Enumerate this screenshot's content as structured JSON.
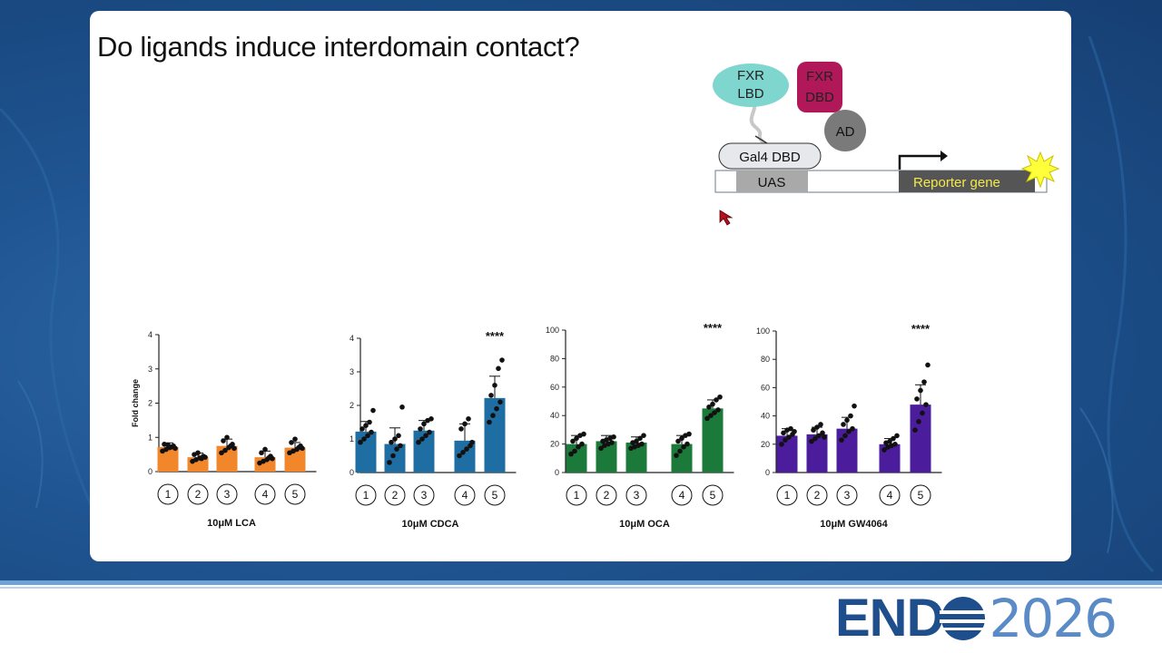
{
  "slide": {
    "title": "Do ligands induce interdomain contact?"
  },
  "diagram": {
    "fxr_lbd": [
      "FXR",
      "LBD"
    ],
    "fxr_dbd": [
      "FXR",
      "DBD"
    ],
    "ad": "AD",
    "gal4_dbd": "Gal4 DBD",
    "uas": "UAS",
    "reporter": "Reporter gene",
    "colors": {
      "lbd": "#7fd6cf",
      "dbd": "#b0185a",
      "ad": "#7a7a7a",
      "gal4": "#e6e8ec",
      "uas": "#a9a9a9",
      "reporter": "#555555",
      "reporter_text": "#f2e94e",
      "star": "#ffff3a"
    },
    "icons": [
      "arrow-icon",
      "starburst-icon",
      "cursor-icon"
    ]
  },
  "footer": {
    "logo_text": "END",
    "logo_year": "2026",
    "icons": [
      "globe-icon"
    ]
  },
  "chart_data": [
    {
      "type": "bar",
      "categories": [
        "1",
        "2",
        "3",
        "4",
        "5"
      ],
      "values": [
        0.72,
        0.42,
        0.75,
        0.42,
        0.7
      ],
      "error": [
        0.12,
        0.12,
        0.2,
        0.18,
        0.15
      ],
      "points": [
        [
          0.6,
          0.65,
          0.7,
          0.75,
          0.8,
          0.78,
          0.72,
          0.68
        ],
        [
          0.3,
          0.35,
          0.4,
          0.45,
          0.5,
          0.55,
          0.38,
          0.42
        ],
        [
          0.55,
          0.62,
          0.7,
          0.8,
          0.9,
          1.0,
          0.75,
          0.68
        ],
        [
          0.25,
          0.3,
          0.35,
          0.45,
          0.55,
          0.65,
          0.4,
          0.38
        ],
        [
          0.55,
          0.6,
          0.65,
          0.75,
          0.85,
          0.95,
          0.7,
          0.68
        ]
      ],
      "significance": [
        "",
        "",
        "",
        "",
        ""
      ],
      "xlabel": "10μM LCA",
      "ylabel": "Fold change",
      "ylim": [
        0,
        4
      ],
      "yticks": [
        "0",
        "1",
        "2",
        "3",
        "4"
      ],
      "color": "#f2862a"
    },
    {
      "type": "bar",
      "categories": [
        "1",
        "2",
        "3",
        "4",
        "5"
      ],
      "values": [
        1.22,
        0.85,
        1.25,
        0.95,
        2.22
      ],
      "error": [
        0.3,
        0.48,
        0.3,
        0.5,
        0.65
      ],
      "points": [
        [
          0.9,
          1.0,
          1.1,
          1.2,
          1.3,
          1.4,
          1.5,
          1.85
        ],
        [
          0.3,
          0.5,
          0.7,
          0.8,
          0.9,
          1.0,
          1.1,
          1.95
        ],
        [
          0.9,
          1.0,
          1.1,
          1.2,
          1.3,
          1.45,
          1.55,
          1.6
        ],
        [
          0.5,
          0.6,
          0.7,
          0.8,
          1.3,
          1.45,
          1.6,
          0.9
        ],
        [
          1.5,
          1.7,
          1.9,
          2.1,
          2.3,
          2.6,
          3.1,
          3.35
        ]
      ],
      "significance": [
        "",
        "",
        "",
        "",
        "****"
      ],
      "xlabel": "10μM CDCA",
      "ylabel": "",
      "ylim": [
        0,
        4
      ],
      "yticks": [
        "0",
        "1",
        "2",
        "3",
        "4"
      ],
      "color": "#1f6ea3"
    },
    {
      "type": "bar",
      "categories": [
        "1",
        "2",
        "3",
        "4",
        "5"
      ],
      "values": [
        20,
        22,
        21,
        20,
        45
      ],
      "error": [
        6,
        4,
        4,
        6,
        6
      ],
      "points": [
        [
          13,
          15,
          18,
          20,
          22,
          24,
          26,
          27
        ],
        [
          17,
          19,
          20,
          21,
          22,
          23,
          24,
          25
        ],
        [
          17,
          18,
          19,
          20,
          21,
          22,
          24,
          26
        ],
        [
          12,
          15,
          18,
          20,
          22,
          24,
          26,
          27
        ],
        [
          38,
          40,
          42,
          44,
          46,
          48,
          51,
          53
        ]
      ],
      "significance": [
        "",
        "",
        "",
        "",
        "****"
      ],
      "xlabel": "10μM OCA",
      "ylabel": "",
      "ylim": [
        0,
        100
      ],
      "yticks": [
        "0",
        "20",
        "40",
        "60",
        "80",
        "100"
      ],
      "color": "#1b7a3a"
    },
    {
      "type": "bar",
      "categories": [
        "1",
        "2",
        "3",
        "4",
        "5"
      ],
      "values": [
        26,
        27,
        31,
        20,
        48
      ],
      "error": [
        5,
        5,
        8,
        4,
        14
      ],
      "points": [
        [
          20,
          23,
          25,
          27,
          28,
          30,
          31,
          29
        ],
        [
          22,
          24,
          26,
          28,
          30,
          32,
          34,
          25
        ],
        [
          23,
          26,
          29,
          31,
          34,
          37,
          40,
          47
        ],
        [
          16,
          18,
          19,
          20,
          21,
          22,
          24,
          26
        ],
        [
          30,
          36,
          42,
          48,
          52,
          58,
          64,
          76
        ]
      ],
      "significance": [
        "",
        "",
        "",
        "",
        "****"
      ],
      "xlabel": "10μM GW4064",
      "ylabel": "",
      "ylim": [
        0,
        100
      ],
      "yticks": [
        "0",
        "20",
        "40",
        "60",
        "80",
        "100"
      ],
      "color": "#4b1c9c"
    }
  ]
}
